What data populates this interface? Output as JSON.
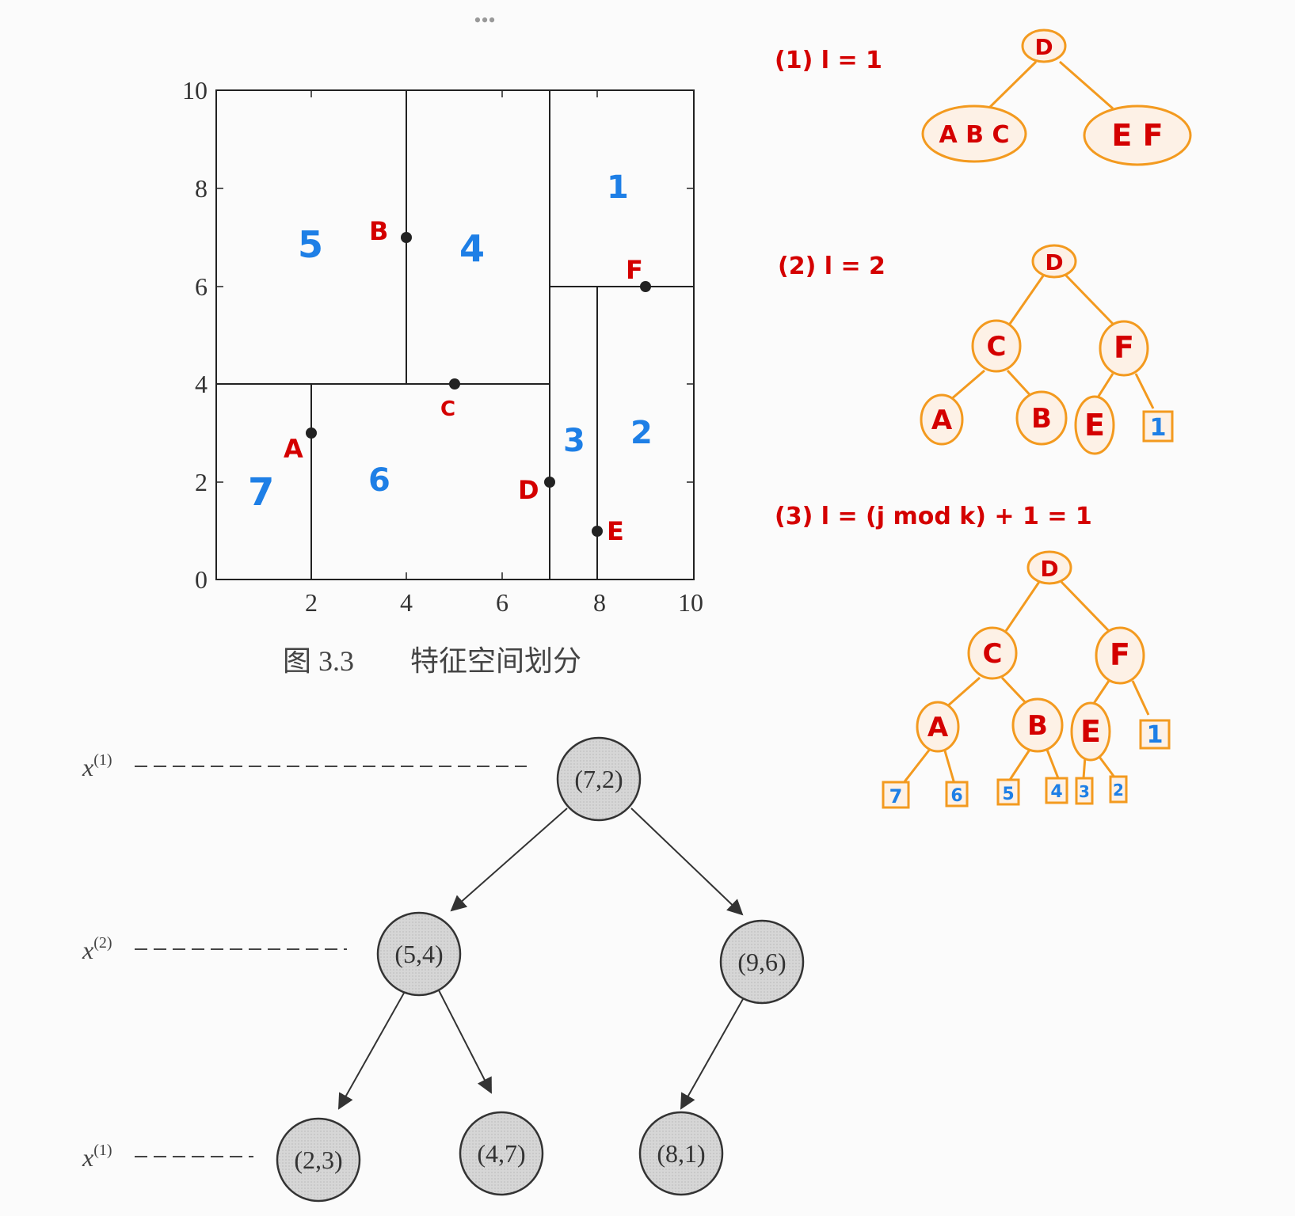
{
  "top_dots": "•••",
  "plot": {
    "y_ticks": [
      "10",
      "8",
      "6",
      "4",
      "2",
      "0"
    ],
    "x_ticks": [
      "2",
      "4",
      "6",
      "8",
      "10"
    ],
    "points": [
      {
        "label": "A",
        "x": 2,
        "y": 3
      },
      {
        "label": "B",
        "x": 4,
        "y": 7
      },
      {
        "label": "C",
        "x": 5,
        "y": 4
      },
      {
        "label": "D",
        "x": 7,
        "y": 2
      },
      {
        "label": "E",
        "x": 8,
        "y": 1
      },
      {
        "label": "F",
        "x": 9,
        "y": 6
      }
    ],
    "region_labels": [
      "1",
      "2",
      "3",
      "4",
      "5",
      "6",
      "7"
    ],
    "caption_prefix": "图 3.3",
    "caption_title": "特征空间划分"
  },
  "annotations": {
    "step1": "(1) l = 1",
    "step2": "(2) l = 2",
    "step3": "(3) l = (j mod k) + 1 = 1",
    "tree1": {
      "root": "D",
      "left": "A B C",
      "right": "E F"
    },
    "tree2": {
      "root": "D",
      "n1": "C",
      "n2": "F",
      "n3": "A",
      "n4": "B",
      "n5": "E",
      "n6": "1"
    },
    "tree3": {
      "root": "D",
      "n1": "C",
      "n2": "F",
      "n3": "A",
      "n4": "B",
      "n5": "E",
      "n6": "1",
      "leaves": [
        "7",
        "6",
        "5",
        "4",
        "3",
        "2"
      ]
    }
  },
  "kdtree": {
    "levels": [
      "x",
      "x",
      "x"
    ],
    "superscripts": [
      "(1)",
      "(2)",
      "(1)"
    ],
    "nodes": [
      "(7,2)",
      "(5,4)",
      "(9,6)",
      "(2,3)",
      "(4,7)",
      "(8,1)"
    ]
  },
  "colors": {
    "red": "#d40000",
    "blue": "#1e7fe6",
    "orange": "#f39a1f",
    "node_fill": "#fdf1e6",
    "kd_node": "#d3d3d3"
  }
}
